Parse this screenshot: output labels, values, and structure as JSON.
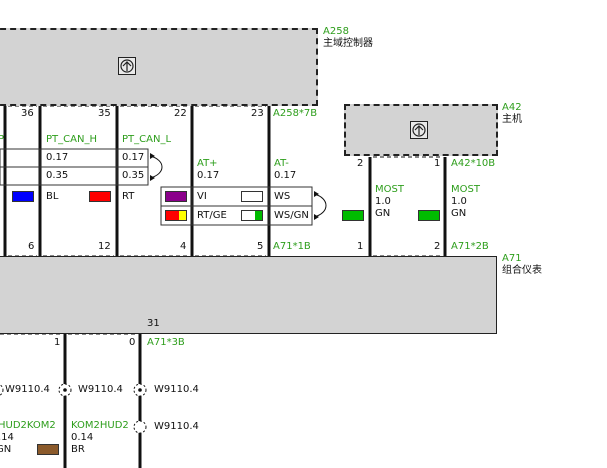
{
  "components": {
    "a258": {
      "id": "A258",
      "name": "主域控制器",
      "connector": "A258*7B"
    },
    "a42": {
      "id": "A42",
      "name": "主机",
      "connector": "A42*10B"
    },
    "a71": {
      "id": "A71",
      "name": "组合仪表",
      "connector_top_right": "A71*2B",
      "connector_top_left": "A71*1B",
      "connector_bottom": "A71*3B"
    }
  },
  "pins_top_a258": [
    "36",
    "35",
    "22",
    "23"
  ],
  "pins_top_a42": [
    "2",
    "1"
  ],
  "pins_a71_1b": [
    "6",
    "12",
    "4",
    "5"
  ],
  "pins_a71_2b": [
    "1",
    "2"
  ],
  "pins_a71_3b": [
    "1",
    "0"
  ],
  "ground_pin": "31",
  "wires": {
    "p": {
      "signal": "P"
    },
    "pt_can_h": {
      "signal": "PT_CAN_H",
      "size_a": "0.17",
      "size_b": "0.35",
      "color": "BL",
      "color_hex": "#0000ff"
    },
    "pt_can_l": {
      "signal": "PT_CAN_L",
      "size_a": "0.17",
      "size_b": "0.35",
      "color": "RT",
      "color_hex": "#ff0000"
    },
    "at_plus": {
      "signal": "AT+",
      "size": "0.17",
      "color_1": "VI",
      "color_1_hex": "#8b008b",
      "color_2": "RT/GE",
      "color_2_hex": "#ff0000",
      "color_2b_hex": "#ffff00"
    },
    "at_minus": {
      "signal": "AT-",
      "size": "0.17",
      "color_1": "WS",
      "color_2": "WS/GN",
      "color_2_hex": "#ffffff",
      "color_2b_hex": "#00bb00"
    },
    "most_1": {
      "signal": "MOST",
      "size": "1.0",
      "color": "GN",
      "color_hex": "#00bb00"
    },
    "most_2": {
      "signal": "MOST",
      "size": "1.0",
      "color": "GN",
      "color_hex": "#00bb00"
    },
    "hud2kom2": {
      "signal": "HUD2KOM2",
      "size": ".14",
      "color": "GN"
    },
    "kom2hud2": {
      "signal": "KOM2HUD2",
      "size": "0.14",
      "color": "BR",
      "color_hex": "#8b5a2b"
    }
  },
  "splices": [
    "W9110.4",
    "W9110.4",
    "W9110.4",
    "W9110.4"
  ]
}
